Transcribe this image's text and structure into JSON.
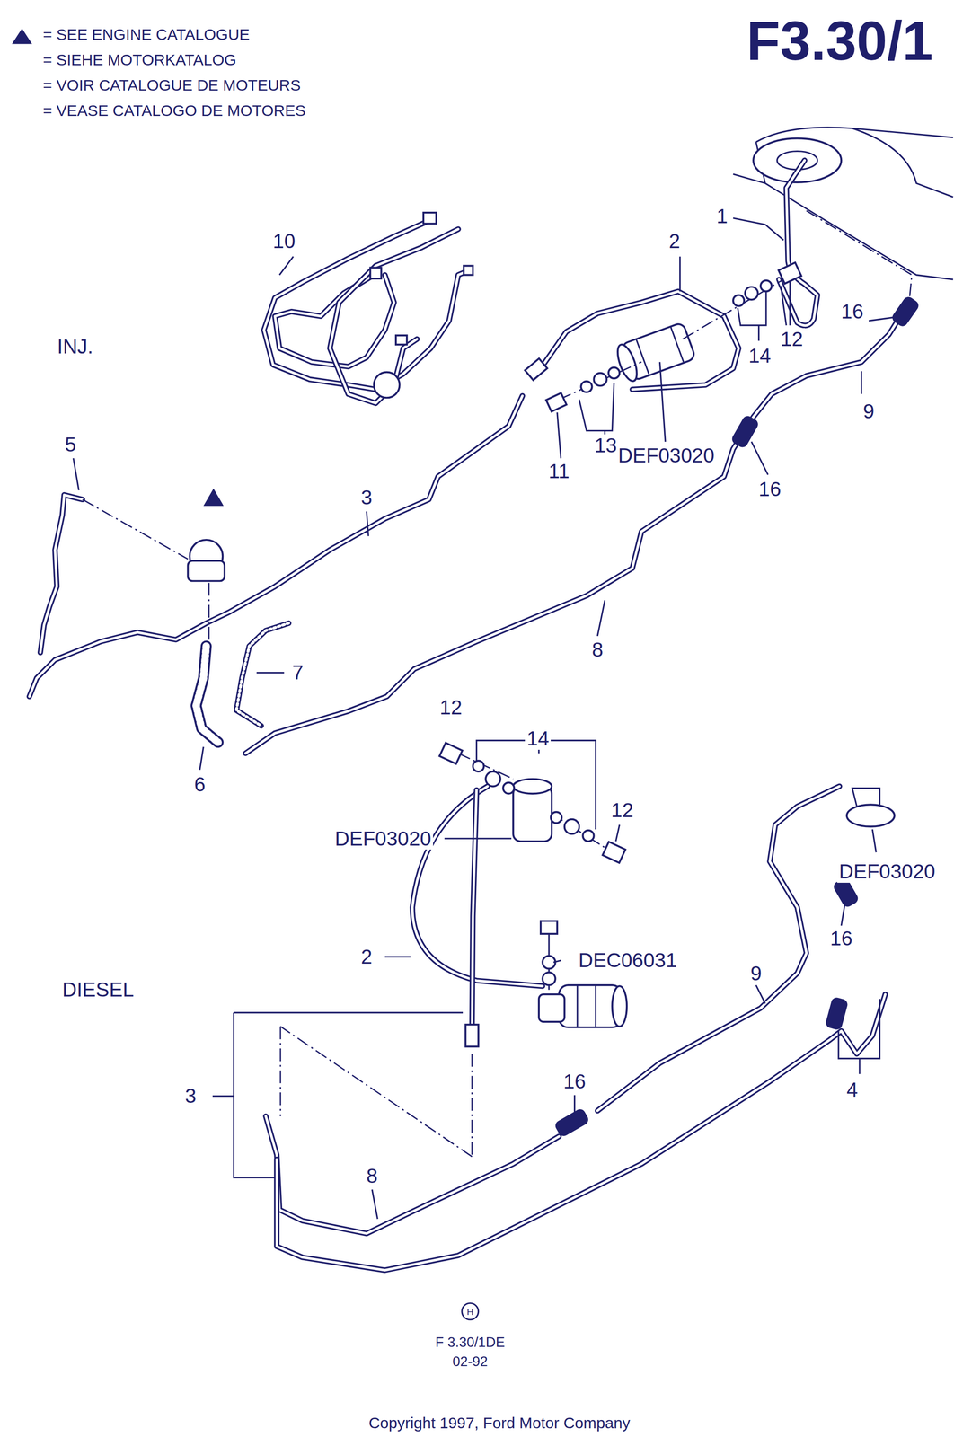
{
  "diagram": {
    "title": "F3.30/1",
    "labels": [
      "10",
      "1",
      "2",
      "INJ.",
      "16",
      "12",
      "14",
      "9",
      "5",
      "3",
      "13",
      "DEF03020",
      "11",
      "16",
      "8",
      "7",
      "6",
      "12",
      "14",
      "12",
      "DEF03020",
      "DEF03020",
      "2",
      "DEC06031",
      "16",
      "DIESEL",
      "9",
      "3",
      "16",
      "4",
      "8",
      "H",
      "F 3.30/1DE",
      "02-92",
      "Copyright 1997, Ford Motor Company"
    ],
    "legend": [
      {
        "text": "= SEE ENGINE CATALOGUE"
      },
      {
        "text": "= SIEHE MOTORKATALOG"
      },
      {
        "text": "= VOIR CATALOGUE DE MOTEURS"
      },
      {
        "text": "= VEASE CATALOGO DE MOTORES"
      }
    ]
  }
}
